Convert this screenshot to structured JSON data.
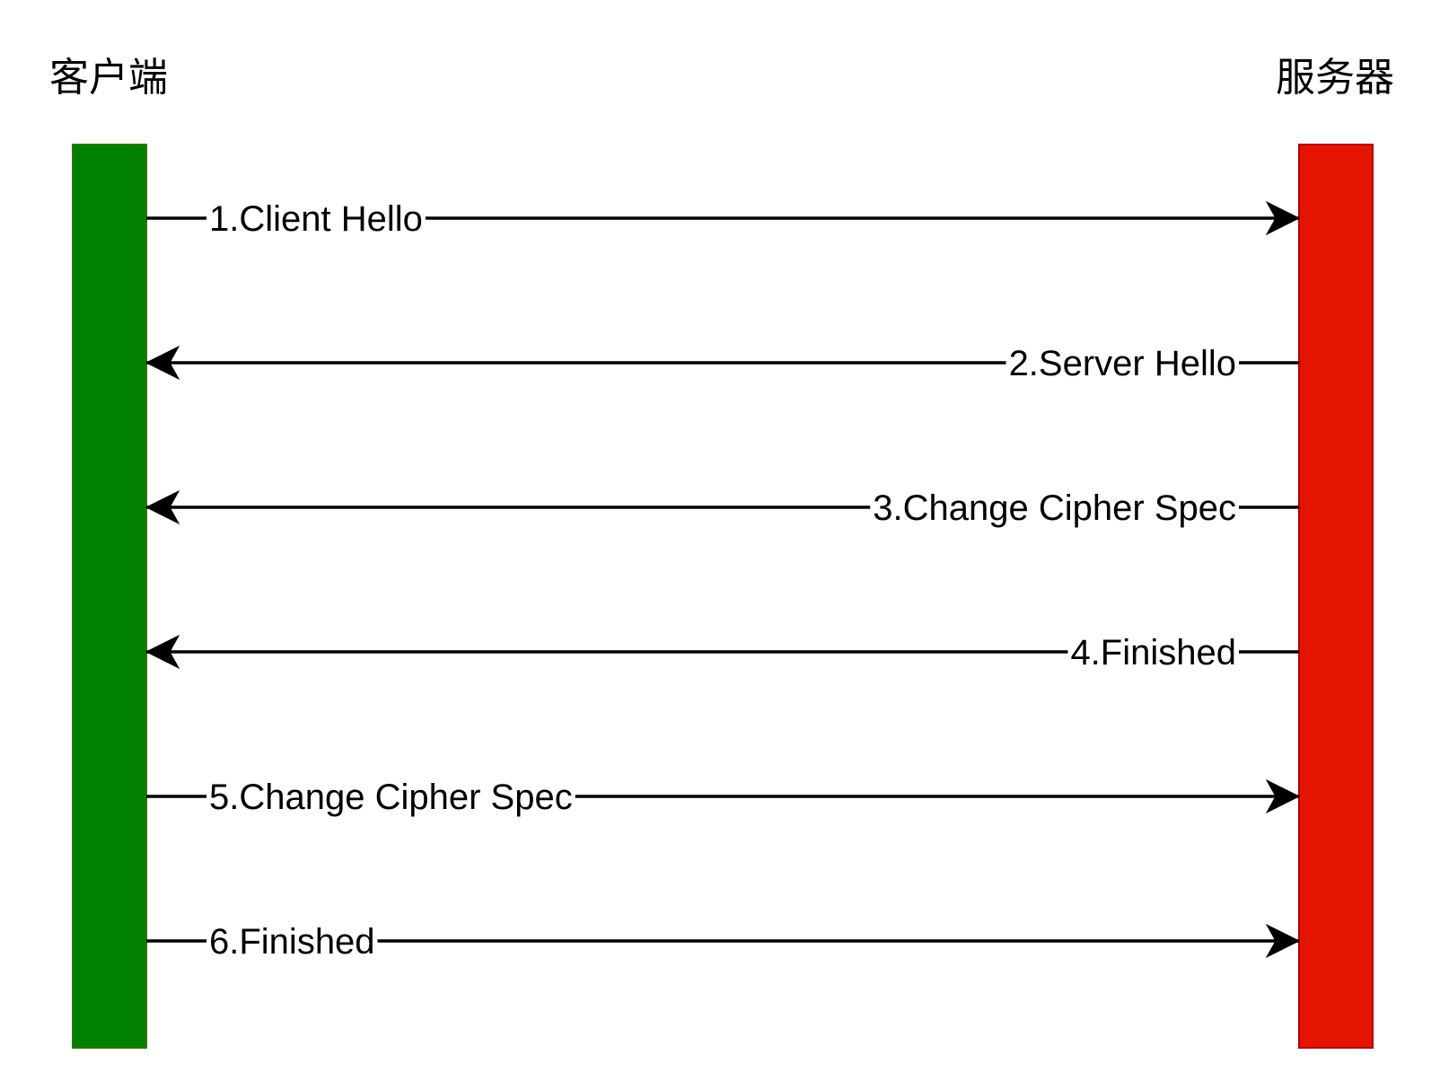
{
  "actors": {
    "client": {
      "title": "客户端",
      "color": "#008000",
      "border": "#2d7600"
    },
    "server": {
      "title": "服务器",
      "color": "#e51400",
      "border": "#b20000"
    }
  },
  "messages": [
    {
      "label": "1.Client Hello",
      "direction": "client-to-server"
    },
    {
      "label": "2.Server Hello",
      "direction": "server-to-client"
    },
    {
      "label": "3.Change Cipher Spec",
      "direction": "server-to-client"
    },
    {
      "label": "4.Finished",
      "direction": "server-to-client"
    },
    {
      "label": "5.Change Cipher Spec",
      "direction": "client-to-server"
    },
    {
      "label": "6.Finished",
      "direction": "client-to-server"
    }
  ]
}
